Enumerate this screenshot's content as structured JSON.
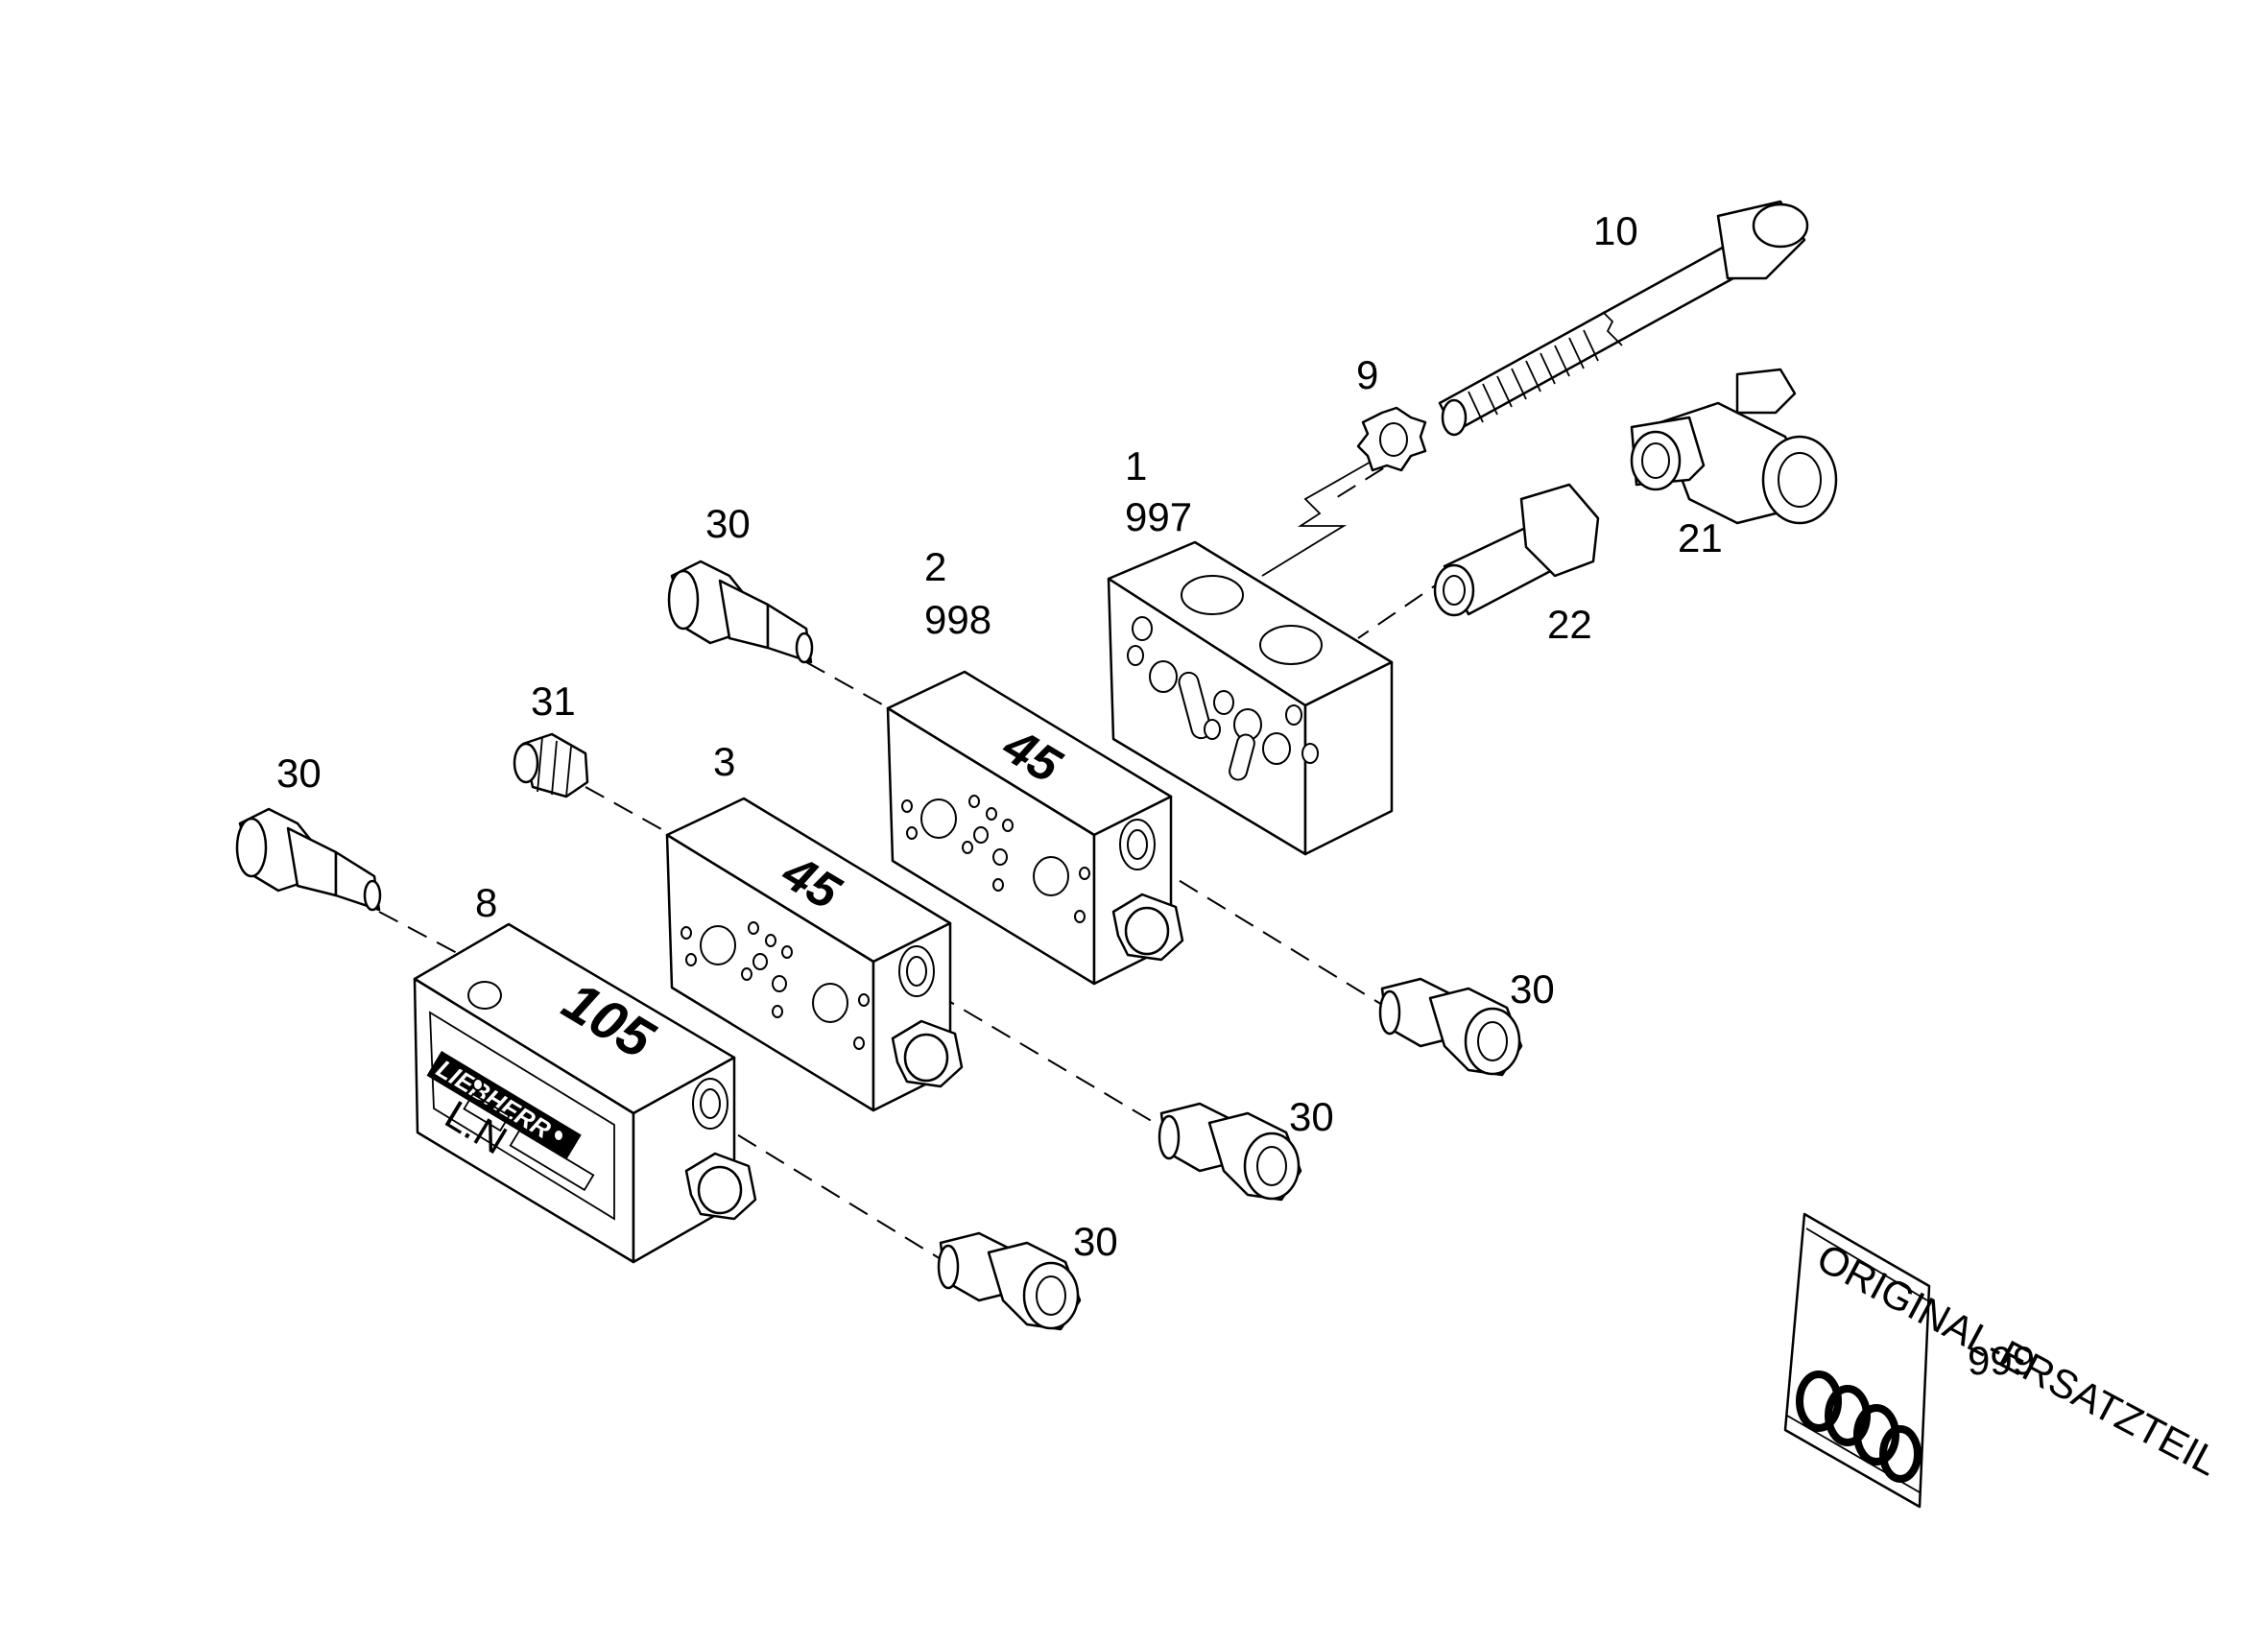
{
  "labels": {
    "l10": "10",
    "l9": "9",
    "l1": "1",
    "l997": "997",
    "l21": "21",
    "l22": "22",
    "l30a": "30",
    "l2": "2",
    "l998": "998",
    "l31": "31",
    "l3": "3",
    "l30b": "30",
    "l8": "8",
    "l30c": "30",
    "l30d": "30",
    "l30e": "30",
    "l999": "999"
  },
  "stamps": {
    "block2": "45",
    "block3": "45",
    "block8": "105",
    "brand": "LIEBHERR",
    "plate": "L.N",
    "bag": "ORIGINAL-ERSATZTEIL"
  }
}
